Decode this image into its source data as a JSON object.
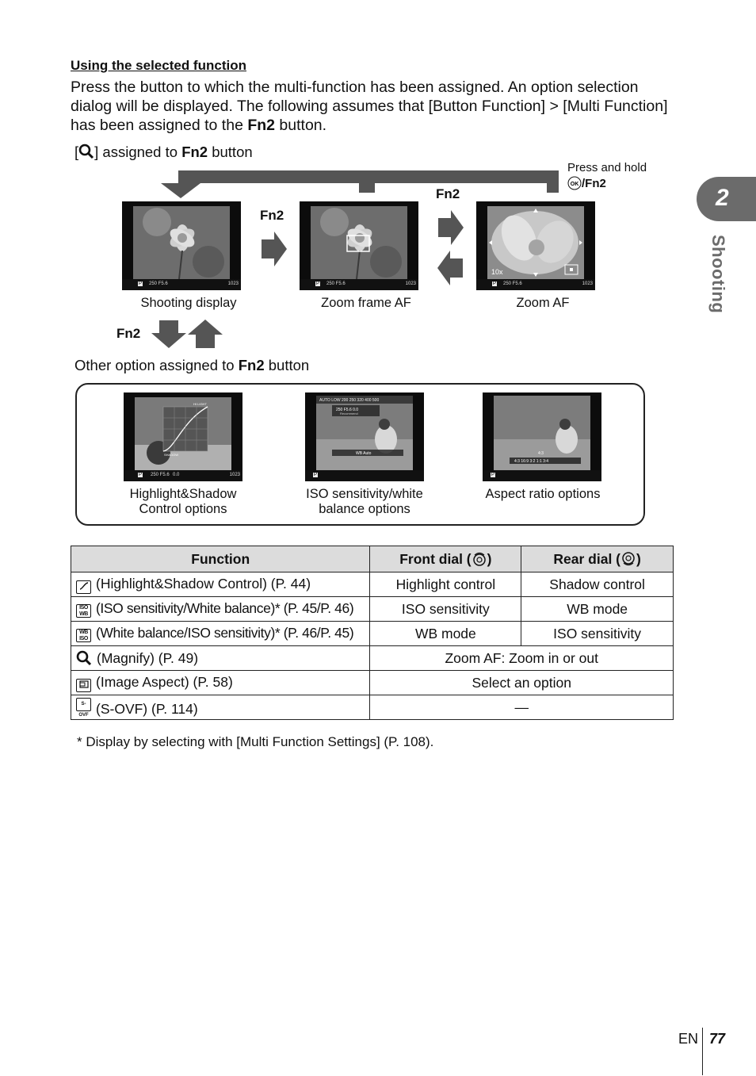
{
  "section_title": "Using the selected function",
  "intro": {
    "part1": "Press the button to which the multi-function has been assigned. An option selection dialog will be displayed. The following assumes that [Button Function] > [Multi Function] has been assigned to the ",
    "button": "Fn2",
    "part2": " button."
  },
  "magnify_heading": {
    "pre": "[",
    "post": "] assigned to ",
    "button": "Fn2",
    "suffix": " button"
  },
  "diagram": {
    "press_hold": "Press and hold",
    "press_hold_keys": "/Fn2",
    "fn2_label": "Fn2",
    "screens": [
      {
        "caption": "Shooting display",
        "info": "250 F5.6",
        "count": "1023"
      },
      {
        "caption": "Zoom frame AF",
        "info": "250 F5.6",
        "count": "1023"
      },
      {
        "caption": "Zoom AF",
        "info": "250 F5.6",
        "count": "1023",
        "zoom": "10x"
      }
    ]
  },
  "other_heading": {
    "pre": "Other option assigned to ",
    "button": "Fn2",
    "post": " button"
  },
  "options": [
    {
      "caption": "Highlight&Shadow Control options",
      "info": "250 F5.6",
      "ev": "0.0",
      "count": "1023",
      "hi": "HI LIGHT",
      "sh": "SHADOW"
    },
    {
      "caption": "ISO sensitivity/white balance options",
      "top": "250  F5.6  0.0",
      "rec": "Recommend",
      "wb": "WB Auto",
      "iso_row": "AUTO  LOW  200  250  320  400  500"
    },
    {
      "caption": "Aspect ratio options",
      "ratio": "4:3",
      "ratios": "4:3  16:9  3:2  1:1  3:4"
    }
  ],
  "table": {
    "headers": [
      "Function",
      "Front dial (",
      "Rear dial ("
    ],
    "header_close": ")",
    "rows": [
      {
        "icon": "",
        "func": "(Highlight&Shadow Control) (P. 44)",
        "front": "Highlight control",
        "rear": "Shadow control"
      },
      {
        "icon": "ISO WB",
        "func": "(ISO sensitivity/White balance)* (P. 45/P. 46)",
        "front": "ISO sensitivity",
        "rear": "WB mode"
      },
      {
        "icon": "WB ISO",
        "func": "(White balance/ISO sensitivity)* (P. 46/P. 45)",
        "front": "WB mode",
        "rear": "ISO sensitivity"
      },
      {
        "icon": "",
        "func": "(Magnify) (P. 49)",
        "merged": "Zoom AF: Zoom in or out"
      },
      {
        "icon": "",
        "func": "(Image Aspect) (P. 58)",
        "merged": "Select an option"
      },
      {
        "icon": "S-OVF",
        "func": "(S-OVF) (P. 114)",
        "merged": "—"
      }
    ]
  },
  "footnote": "*  Display by selecting with [Multi Function Settings] (P. 108).",
  "side": {
    "chapter": "2",
    "label": "Shooting"
  },
  "footer": {
    "lang": "EN",
    "page": "77"
  },
  "colors": {
    "tab_gray": "#6b6b6b",
    "header_bg": "#dcdcdc"
  }
}
